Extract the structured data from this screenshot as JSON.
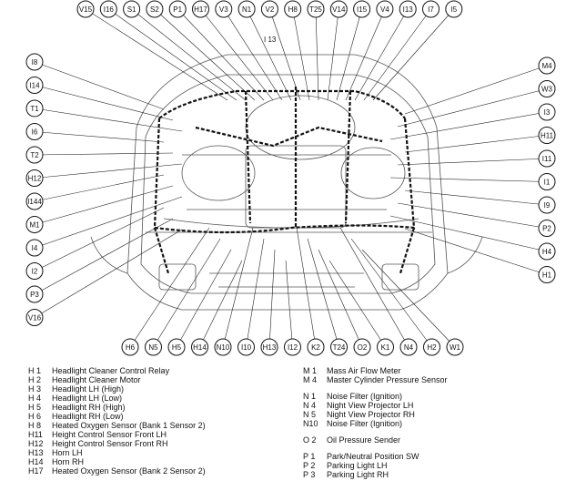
{
  "connectors": {
    "top": [
      "V15",
      "I16",
      "S1",
      "S2",
      "P1",
      "H17",
      "V3",
      "N1",
      "V2",
      "H8",
      "T25",
      "V14",
      "I15",
      "V4",
      "I13",
      "I7",
      "I5"
    ],
    "left": [
      "I8",
      "I14",
      "T1",
      "I6",
      "T2",
      "H12",
      "I144",
      "M1",
      "I4",
      "I2",
      "P3",
      "V16"
    ],
    "right": [
      "M4",
      "W3",
      "I3",
      "H11",
      "I11",
      "I1",
      "I9",
      "P2",
      "H4",
      "H1"
    ],
    "bottom": [
      "H6",
      "N5",
      "H5",
      "H14",
      "N10",
      "I10",
      "H13",
      "I12",
      "K2",
      "T24",
      "O2",
      "K1",
      "N4",
      "H2",
      "W1"
    ]
  },
  "inner_label": "I 13",
  "legend_left": [
    {
      "code": "H 1",
      "text": "Headlight Cleaner Control Relay"
    },
    {
      "code": "H 2",
      "text": "Headlight Cleaner Motor"
    },
    {
      "code": "H 3",
      "text": "Headlight LH (High)"
    },
    {
      "code": "H 4",
      "text": "Headlight LH (Low)"
    },
    {
      "code": "H 5",
      "text": "Headlight RH (High)"
    },
    {
      "code": "H 6",
      "text": "Headlight RH (Low)"
    },
    {
      "code": "H 8",
      "text": "Heated Oxygen Sensor (Bank 1 Sensor 2)"
    },
    {
      "code": "H11",
      "text": "Height Control Sensor Front LH"
    },
    {
      "code": "H12",
      "text": "Height Control Sensor Front RH"
    },
    {
      "code": "H13",
      "text": "Horn LH"
    },
    {
      "code": "H14",
      "text": "Horn RH"
    },
    {
      "code": "H17",
      "text": "Heated Oxygen Sensor (Bank 2 Sensor 2)"
    }
  ],
  "legend_right": [
    {
      "code": "M 1",
      "text": "Mass Air Flow Meter"
    },
    {
      "code": "M 4",
      "text": "Master Cylinder Pressure Sensor"
    },
    {
      "code": "",
      "text": ""
    },
    {
      "code": "N 1",
      "text": "Noise Filter (Ignition)"
    },
    {
      "code": "N 4",
      "text": "Night View Projector LH"
    },
    {
      "code": "N 5",
      "text": "Night View Projector RH"
    },
    {
      "code": "N10",
      "text": "Noise Filter (Ignition)"
    },
    {
      "code": "",
      "text": ""
    },
    {
      "code": "O 2",
      "text": "Oil Pressure Sender"
    },
    {
      "code": "",
      "text": ""
    },
    {
      "code": "P 1",
      "text": "Park/Neutral Position SW"
    },
    {
      "code": "P 2",
      "text": "Parking Light LH"
    },
    {
      "code": "P 3",
      "text": "Parking Light RH"
    }
  ]
}
